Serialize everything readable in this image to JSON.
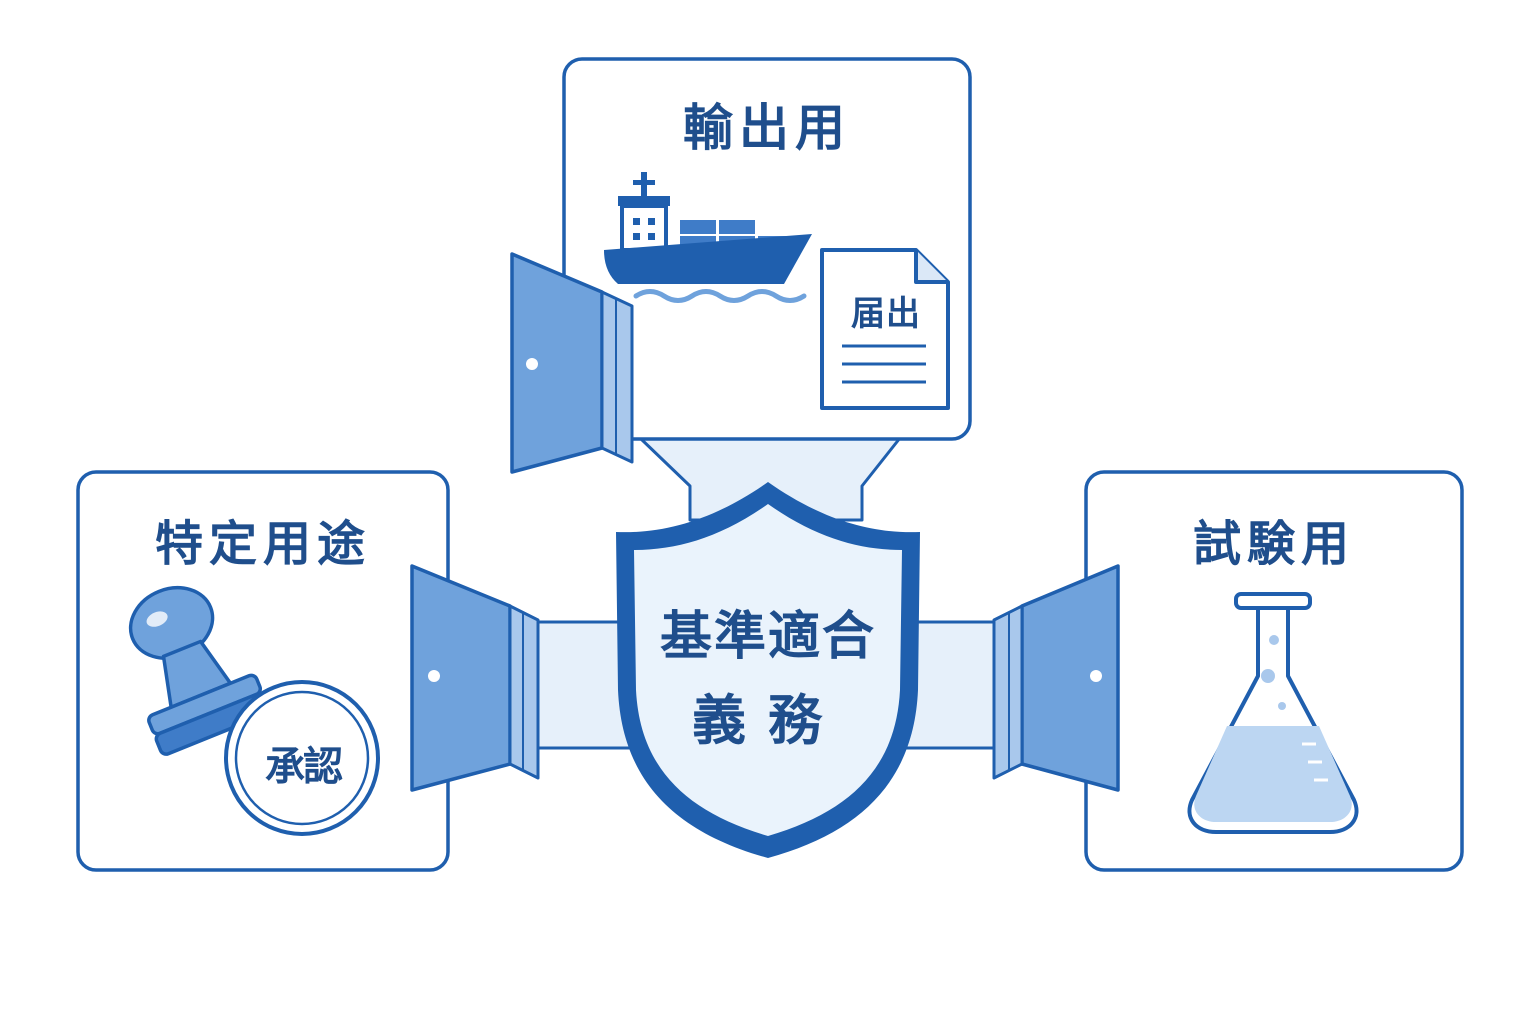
{
  "panels": {
    "top": {
      "label": "輸出用"
    },
    "left": {
      "label": "特定用途"
    },
    "right": {
      "label": "試験用"
    }
  },
  "center": {
    "line1": "基準適合",
    "line2": "義務"
  },
  "doc": {
    "label": "届出"
  },
  "seal": {
    "label": "承認"
  },
  "colors": {
    "primary": "#1f5fae",
    "dark": "#1f4e8c",
    "door": "#6fa2dc",
    "door_light": "#a9c8ec",
    "connector": "#e6f0fa",
    "shield_fill": "#eaf3fc",
    "liquid": "#bcd6f2"
  },
  "icons": [
    "container-ship-icon",
    "document-icon",
    "door-icon",
    "shield-icon",
    "stamp-icon",
    "flask-icon"
  ]
}
